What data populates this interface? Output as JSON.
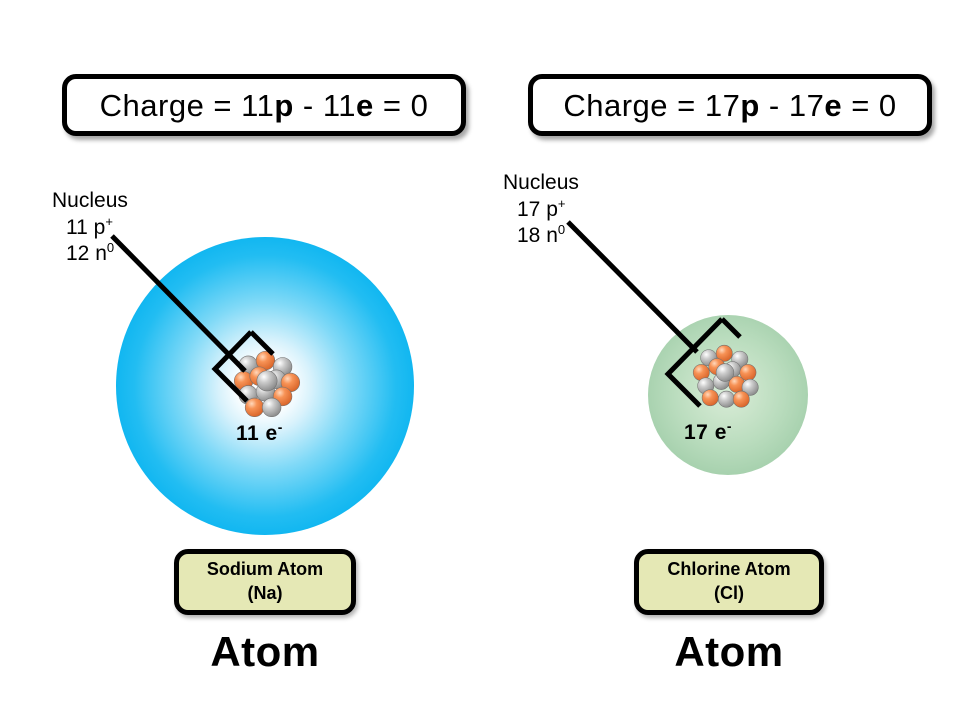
{
  "left_atom": {
    "charge": {
      "prefix": "Charge = ",
      "protons": "11",
      "proton_symbol": "p",
      "minus": " - ",
      "electrons": "11",
      "electron_symbol": "e",
      "result": " = 0",
      "full_text": "Charge = 11p - 11e = 0"
    },
    "nucleus": {
      "title": "Nucleus",
      "protons": "11 p",
      "proton_sup": "+",
      "neutrons": "12 n",
      "neutron_sup": "0"
    },
    "electrons": {
      "count": "11 e",
      "charge_sup": "-"
    },
    "name_line1": "Sodium Atom",
    "name_line2": "(Na)",
    "caption": "Atom",
    "circle_color": "#00aeef",
    "circle_center_color": "#ffffff"
  },
  "right_atom": {
    "charge": {
      "prefix": "Charge = ",
      "protons": "17",
      "proton_symbol": "p",
      "minus": " - ",
      "electrons": "17",
      "electron_symbol": "e",
      "result": " = 0",
      "full_text": "Charge = 17p - 17e = 0"
    },
    "nucleus": {
      "title": "Nucleus",
      "protons": "17 p",
      "proton_sup": "+",
      "neutrons": "18 n",
      "neutron_sup": "0"
    },
    "electrons": {
      "count": "17 e",
      "charge_sup": "-"
    },
    "name_line1": "Chlorine Atom",
    "name_line2": "(Cl)",
    "caption": "Atom",
    "circle_color": "#9cc9a6",
    "circle_center_color": "#d8ecd8"
  },
  "nucleus_particles": {
    "proton_color": "#f58a4b",
    "neutron_color": "#c4c4c4",
    "description": "cluster of orange proton spheres and grey neutron spheres"
  },
  "style": {
    "box_border_color": "#000000",
    "name_box_fill": "#e5e8b5",
    "background": "#ffffff"
  }
}
